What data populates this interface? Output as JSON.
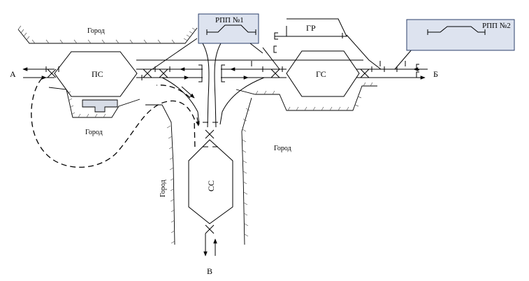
{
  "labels": {
    "node_a": "А",
    "node_b": "Б",
    "node_v": "В",
    "station_ps": "ПС",
    "station_gs": "ГС",
    "station_ss": "СС",
    "station_gr": "ГР",
    "station_rpp1": "РПП №1",
    "station_rpp2": "РПП №2",
    "city": "Город"
  },
  "colors": {
    "line": "#000000",
    "panel_fill": "#dde3ef",
    "panel_stroke": "#2b3f6b",
    "platform_fill": "#d7dce6",
    "hatch": "#555555"
  }
}
